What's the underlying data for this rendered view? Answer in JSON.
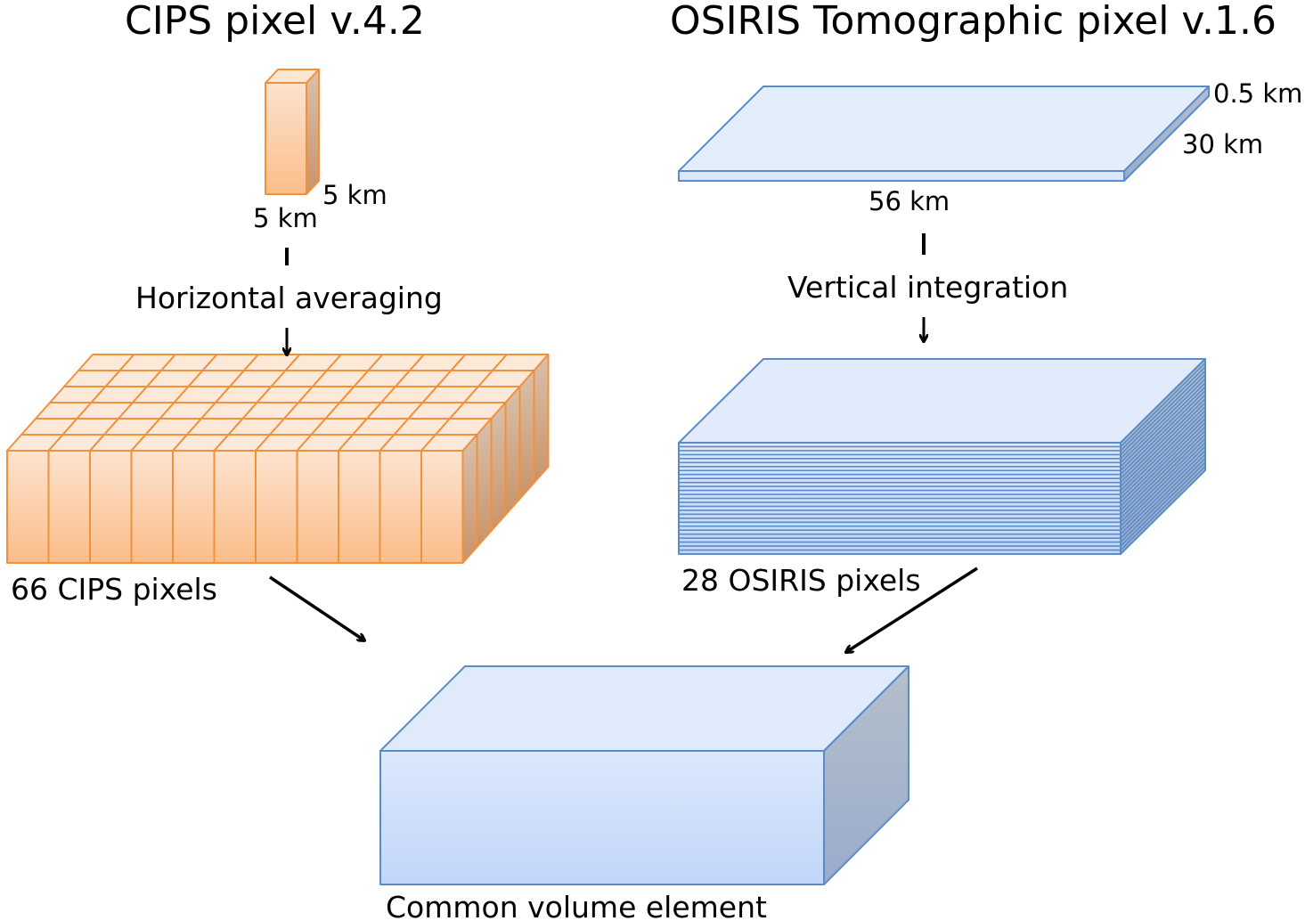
{
  "cips": {
    "title": "CIPS pixel v.4.2",
    "dim_depth": "5 km",
    "dim_width": "5 km",
    "process": "Horizontal averaging",
    "result": "66 CIPS pixels",
    "rows": 6,
    "cols": 11,
    "color": "#f0913c"
  },
  "osiris": {
    "title": "OSIRIS Tomographic pixel v.1.6",
    "dim_height": "0.5 km",
    "dim_depth": "30 km",
    "dim_width": "56 km",
    "process": "Vertical integration",
    "result": "28 OSIRIS pixels",
    "layers": 28,
    "color": "#5b8cc8"
  },
  "common": {
    "label": "Common volume element"
  }
}
